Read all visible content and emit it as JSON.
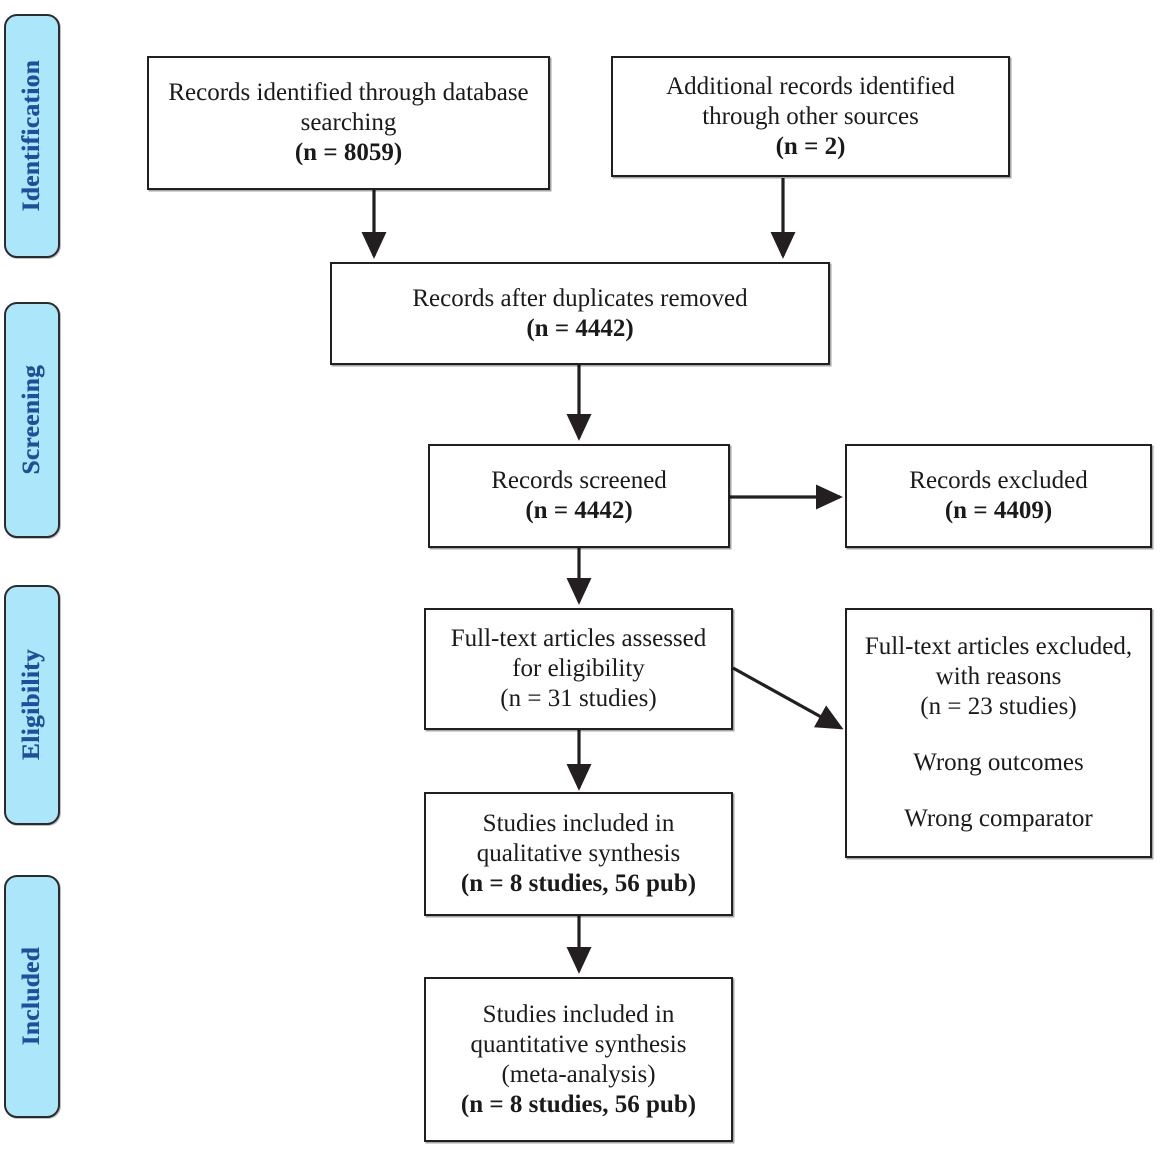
{
  "diagram": {
    "title": "PRISMA study selection flow diagram",
    "accent_color": "#ace6fa",
    "label_color": "#1c4f9c",
    "box_border_color": "#231f20",
    "background_color": "#ffffff"
  },
  "phases": [
    {
      "id": "identification",
      "label": "Identification"
    },
    {
      "id": "screening",
      "label": "Screening"
    },
    {
      "id": "eligibility",
      "label": "Eligibility"
    },
    {
      "id": "included",
      "label": "Included"
    }
  ],
  "boxes": {
    "database_search": {
      "lines": [
        {
          "text": "Records identified through database",
          "bold": false
        },
        {
          "text": "searching",
          "bold": false
        },
        {
          "text": "(n = 8059)",
          "bold": true
        }
      ]
    },
    "other_sources": {
      "lines": [
        {
          "text": "Additional records identified",
          "bold": false
        },
        {
          "text": "through other sources",
          "bold": false
        },
        {
          "text": "(n = 2)",
          "bold": true
        }
      ]
    },
    "duplicates_removed": {
      "lines": [
        {
          "text": "Records after duplicates removed",
          "bold": false
        },
        {
          "text": "(n = 4442)",
          "bold": true
        }
      ]
    },
    "records_screened": {
      "lines": [
        {
          "text": "Records screened",
          "bold": false
        },
        {
          "text": "(n = 4442)",
          "bold": true
        }
      ]
    },
    "records_excluded": {
      "lines": [
        {
          "text": "Records excluded",
          "bold": false
        },
        {
          "text": "(n = 4409)",
          "bold": true
        }
      ]
    },
    "fulltext_assessed": {
      "lines": [
        {
          "text": "Full-text articles assessed",
          "bold": false
        },
        {
          "text": "for eligibility",
          "bold": false
        },
        {
          "text": "(n = 31 studies)",
          "bold": false
        }
      ]
    },
    "fulltext_excluded": {
      "lines": [
        {
          "text": "Full-text articles excluded,",
          "bold": false
        },
        {
          "text": "with reasons",
          "bold": false
        },
        {
          "text": "(n = 23 studies)",
          "bold": false
        },
        {
          "text": "Wrong outcomes",
          "bold": false,
          "spacer": true
        },
        {
          "text": "Wrong comparator",
          "bold": false,
          "spacer": true
        }
      ]
    },
    "qualitative_synthesis": {
      "lines": [
        {
          "text": "Studies included in",
          "bold": false
        },
        {
          "text": "qualitative synthesis",
          "bold": false
        },
        {
          "text": "(n = 8 studies, 56 pub)",
          "bold": true
        }
      ]
    },
    "quantitative_synthesis": {
      "lines": [
        {
          "text": "Studies included in",
          "bold": false
        },
        {
          "text": "quantitative synthesis",
          "bold": false
        },
        {
          "text": "(meta-analysis)",
          "bold": false
        },
        {
          "text": "(n = 8 studies, 56 pub)",
          "bold": true
        }
      ]
    }
  },
  "counts": {
    "database_search": 8059,
    "other_sources": 2,
    "after_duplicates": 4442,
    "records_screened": 4442,
    "records_excluded": 4409,
    "fulltext_assessed_studies": 31,
    "fulltext_excluded_studies": 23,
    "qualitative_studies": 8,
    "qualitative_publications": 56,
    "quantitative_studies": 8,
    "quantitative_publications": 56
  }
}
